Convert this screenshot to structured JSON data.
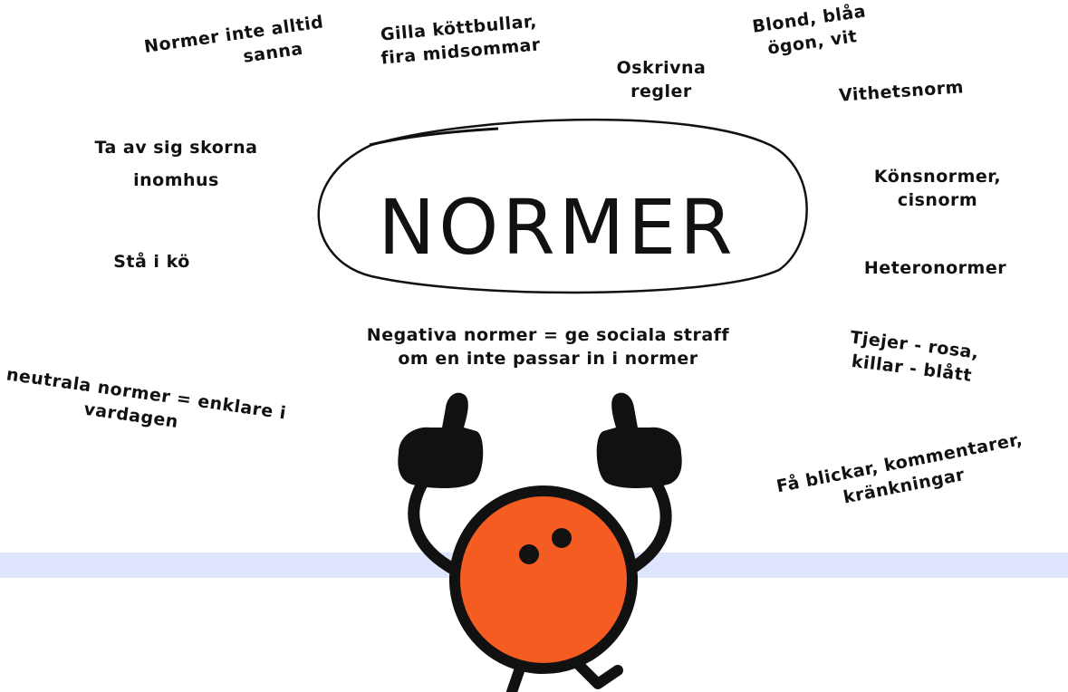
{
  "title": "NORMER",
  "notes": {
    "normer_inte_sanna": [
      "Normer inte alltid",
      "sanna"
    ],
    "kottbullar": [
      "Gilla köttbullar,",
      "fira midsommar"
    ],
    "oskrivna": [
      "Oskrivna",
      "regler"
    ],
    "blond": [
      "Blond, blåa",
      "ögon, vit"
    ],
    "vithetsnorm": [
      "Vithetsnorm"
    ],
    "skorna": [
      "Ta av sig skorna",
      "inomhus"
    ],
    "konsnormer": [
      "Könsnormer,",
      "cisnorm"
    ],
    "ko": [
      "Stå i kö"
    ],
    "heteronormer": [
      "Heteronormer"
    ],
    "negativa": [
      "Negativa normer = ge sociala straff",
      "om en inte passar in i normer"
    ],
    "tjejer": [
      "Tjejer - rosa,",
      "killar - blått"
    ],
    "neutrala": [
      "neutrala normer = enklare i",
      "vardagen"
    ],
    "blickar": [
      "Få blickar, kommentarer,",
      "kränkningar"
    ]
  },
  "colors": {
    "ink": "#111111",
    "character_body": "#f45c22",
    "band": "#dde4fb",
    "background": "#ffffff"
  }
}
